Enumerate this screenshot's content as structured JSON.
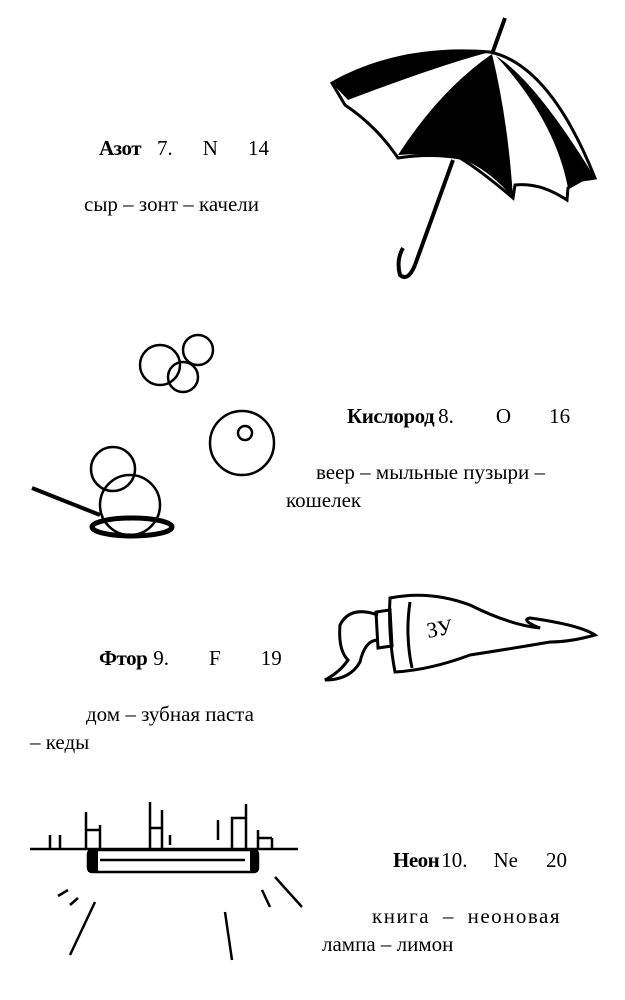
{
  "entries": [
    {
      "name": "Азот",
      "number": "7.",
      "symbol": "N",
      "mass": "14",
      "associations_line1": "сыр – зонт – качели",
      "associations_line2": "",
      "illustration": "umbrella-icon"
    },
    {
      "name": "Кислород",
      "number": "8.",
      "symbol": "O",
      "mass": "16",
      "associations_line1": "веер – мыльные пузыри –",
      "associations_line2": "кошелек",
      "illustration": "soap-bubbles-icon"
    },
    {
      "name": "Фтор",
      "number": "9.",
      "symbol": "F",
      "mass": "19",
      "associations_line1": "дом – зубная паста",
      "associations_line2": "– кеды",
      "illustration": "toothpaste-tube-icon"
    },
    {
      "name": "Неон",
      "number": "10.",
      "symbol": "Ne",
      "mass": "20",
      "associations_line1": "книга – неоновая",
      "associations_line2": "лампа – лимон",
      "illustration": "neon-lamp-icon"
    }
  ],
  "toothpaste_label": "ЗУ"
}
